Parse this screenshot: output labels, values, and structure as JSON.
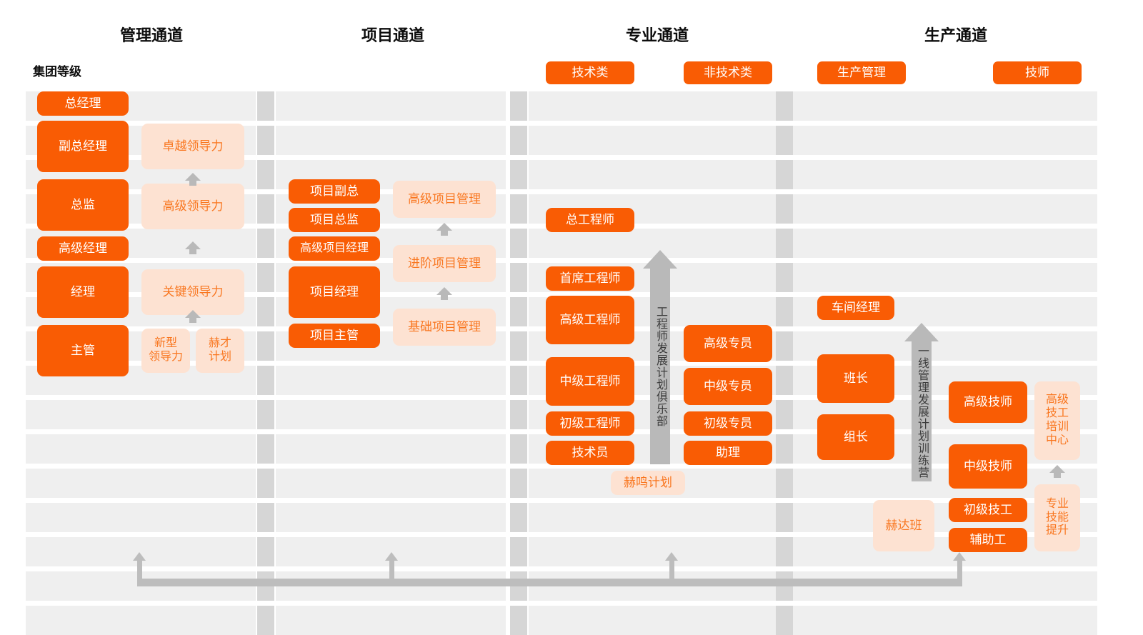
{
  "meta": {
    "group_level_label": "集团等级",
    "colors": {
      "orange": "#f95c04",
      "peach": "#fde2d2",
      "peach_text": "#f9761f",
      "band": "#efefef",
      "separator": "#d6d6d6",
      "arrow_gray": "#b9b9b9"
    }
  },
  "channels": [
    {
      "title": "管理通道"
    },
    {
      "title": "项目通道"
    },
    {
      "title": "专业通道"
    },
    {
      "title": "生产通道"
    }
  ],
  "category_badges": [
    {
      "label": "技术类"
    },
    {
      "label": "非技术类"
    },
    {
      "label": "生产管理"
    },
    {
      "label": "技师"
    }
  ],
  "management_channel": {
    "positions": [
      {
        "label": "总经理"
      },
      {
        "label": "副总经理"
      },
      {
        "label": "总监"
      },
      {
        "label": "高级经理"
      },
      {
        "label": "经理"
      },
      {
        "label": "主管"
      }
    ],
    "programs": [
      {
        "label": "卓越领导力"
      },
      {
        "label": "高级领导力"
      },
      {
        "label": "关键领导力"
      },
      {
        "label": "新型\n领导力"
      },
      {
        "label": "赫才\n计划"
      }
    ]
  },
  "project_channel": {
    "positions": [
      {
        "label": "项目副总"
      },
      {
        "label": "项目总监"
      },
      {
        "label": "高级项目经理"
      },
      {
        "label": "项目经理"
      },
      {
        "label": "项目主管"
      }
    ],
    "programs": [
      {
        "label": "高级项目管理"
      },
      {
        "label": "进阶项目管理"
      },
      {
        "label": "基础项目管理"
      }
    ]
  },
  "professional_channel": {
    "technical_positions": [
      {
        "label": "总工程师"
      },
      {
        "label": "首席工程师"
      },
      {
        "label": "高级工程师"
      },
      {
        "label": "中级工程师"
      },
      {
        "label": "初级工程师"
      },
      {
        "label": "技术员"
      }
    ],
    "nontechnical_positions": [
      {
        "label": "高级专员"
      },
      {
        "label": "中级专员"
      },
      {
        "label": "初级专员"
      },
      {
        "label": "助理"
      }
    ],
    "programs": [
      {
        "label": "赫鸣计划"
      }
    ],
    "vertical_arrow": {
      "label": "工程师发展计划俱乐部"
    }
  },
  "production_channel": {
    "management_positions": [
      {
        "label": "车间经理"
      },
      {
        "label": "班长"
      },
      {
        "label": "组长"
      }
    ],
    "technician_positions": [
      {
        "label": "高级技师"
      },
      {
        "label": "中级技师"
      },
      {
        "label": "初级技工"
      },
      {
        "label": "辅助工"
      }
    ],
    "programs": [
      {
        "label": "赫达班"
      },
      {
        "label": "高级\n技工\n培训\n中心"
      },
      {
        "label": "专业\n技能\n提升"
      }
    ],
    "vertical_arrow": {
      "label": "一线管理发展计划训练营"
    }
  }
}
